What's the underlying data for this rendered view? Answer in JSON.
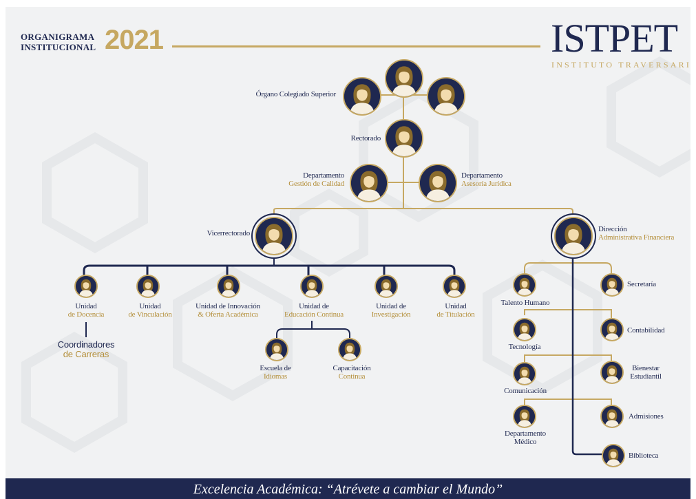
{
  "header": {
    "title_line1": "ORGANIGRAMA",
    "title_line2": "INSTITUCIONAL",
    "year": "2021",
    "logo": "ISTPET",
    "logo_subtitle": "INSTITUTO TRAVERSARI"
  },
  "nodes": {
    "organo": "Órgano Colegiado Superior",
    "rectorado": "Rectorado",
    "gestion_calidad": {
      "line1": "Departamento",
      "line2": "Gestión de Calidad"
    },
    "asesoria": {
      "line1": "Departamento",
      "line2": "Asesoría Jurídica"
    },
    "vicerrectorado": "Vicerrectorado",
    "direccion": {
      "line1": "Dirección",
      "line2": "Administrativa Financiera"
    },
    "docencia": {
      "line1": "Unidad",
      "line2": "de Docencia"
    },
    "vinculacion": {
      "line1": "Unidad",
      "line2": "de Vinculación"
    },
    "innovacion": {
      "line1": "Unidad de Innovación",
      "line2": "& Oferta Académica"
    },
    "educacion": {
      "line1": "Unidad de",
      "line2": "Educación Continua"
    },
    "investigacion": {
      "line1": "Unidad de",
      "line2": "Investigación"
    },
    "titulacion": {
      "line1": "Unidad",
      "line2": "de Titulación"
    },
    "coordinadores": {
      "line1": "Coordinadores",
      "line2": "de Carreras"
    },
    "idiomas": {
      "line1": "Escuela de",
      "line2": "Idiomas"
    },
    "capacitacion": {
      "line1": "Capacitación",
      "line2": "Continua"
    },
    "talento": "Talento Humano",
    "tecnologia": "Tecnología",
    "comunicacion": "Comunicación",
    "medico": {
      "line1": "Departamento",
      "line2": "Médico"
    },
    "secretaria": "Secretaría",
    "contabilidad": "Contabilidad",
    "bienestar": {
      "line1": "Bienestar",
      "line2": "Estudiantil"
    },
    "admisiones": "Admisiones",
    "biblioteca": "Biblioteca"
  },
  "footer": "Excelencia Académica: “Atrévete a cambiar el Mundo”",
  "colors": {
    "navy": "#1f2850",
    "gold": "#c6a862",
    "gold_text": "#b48f3a",
    "background": "#f1f2f3"
  },
  "icons": {
    "person": "person-icon"
  }
}
